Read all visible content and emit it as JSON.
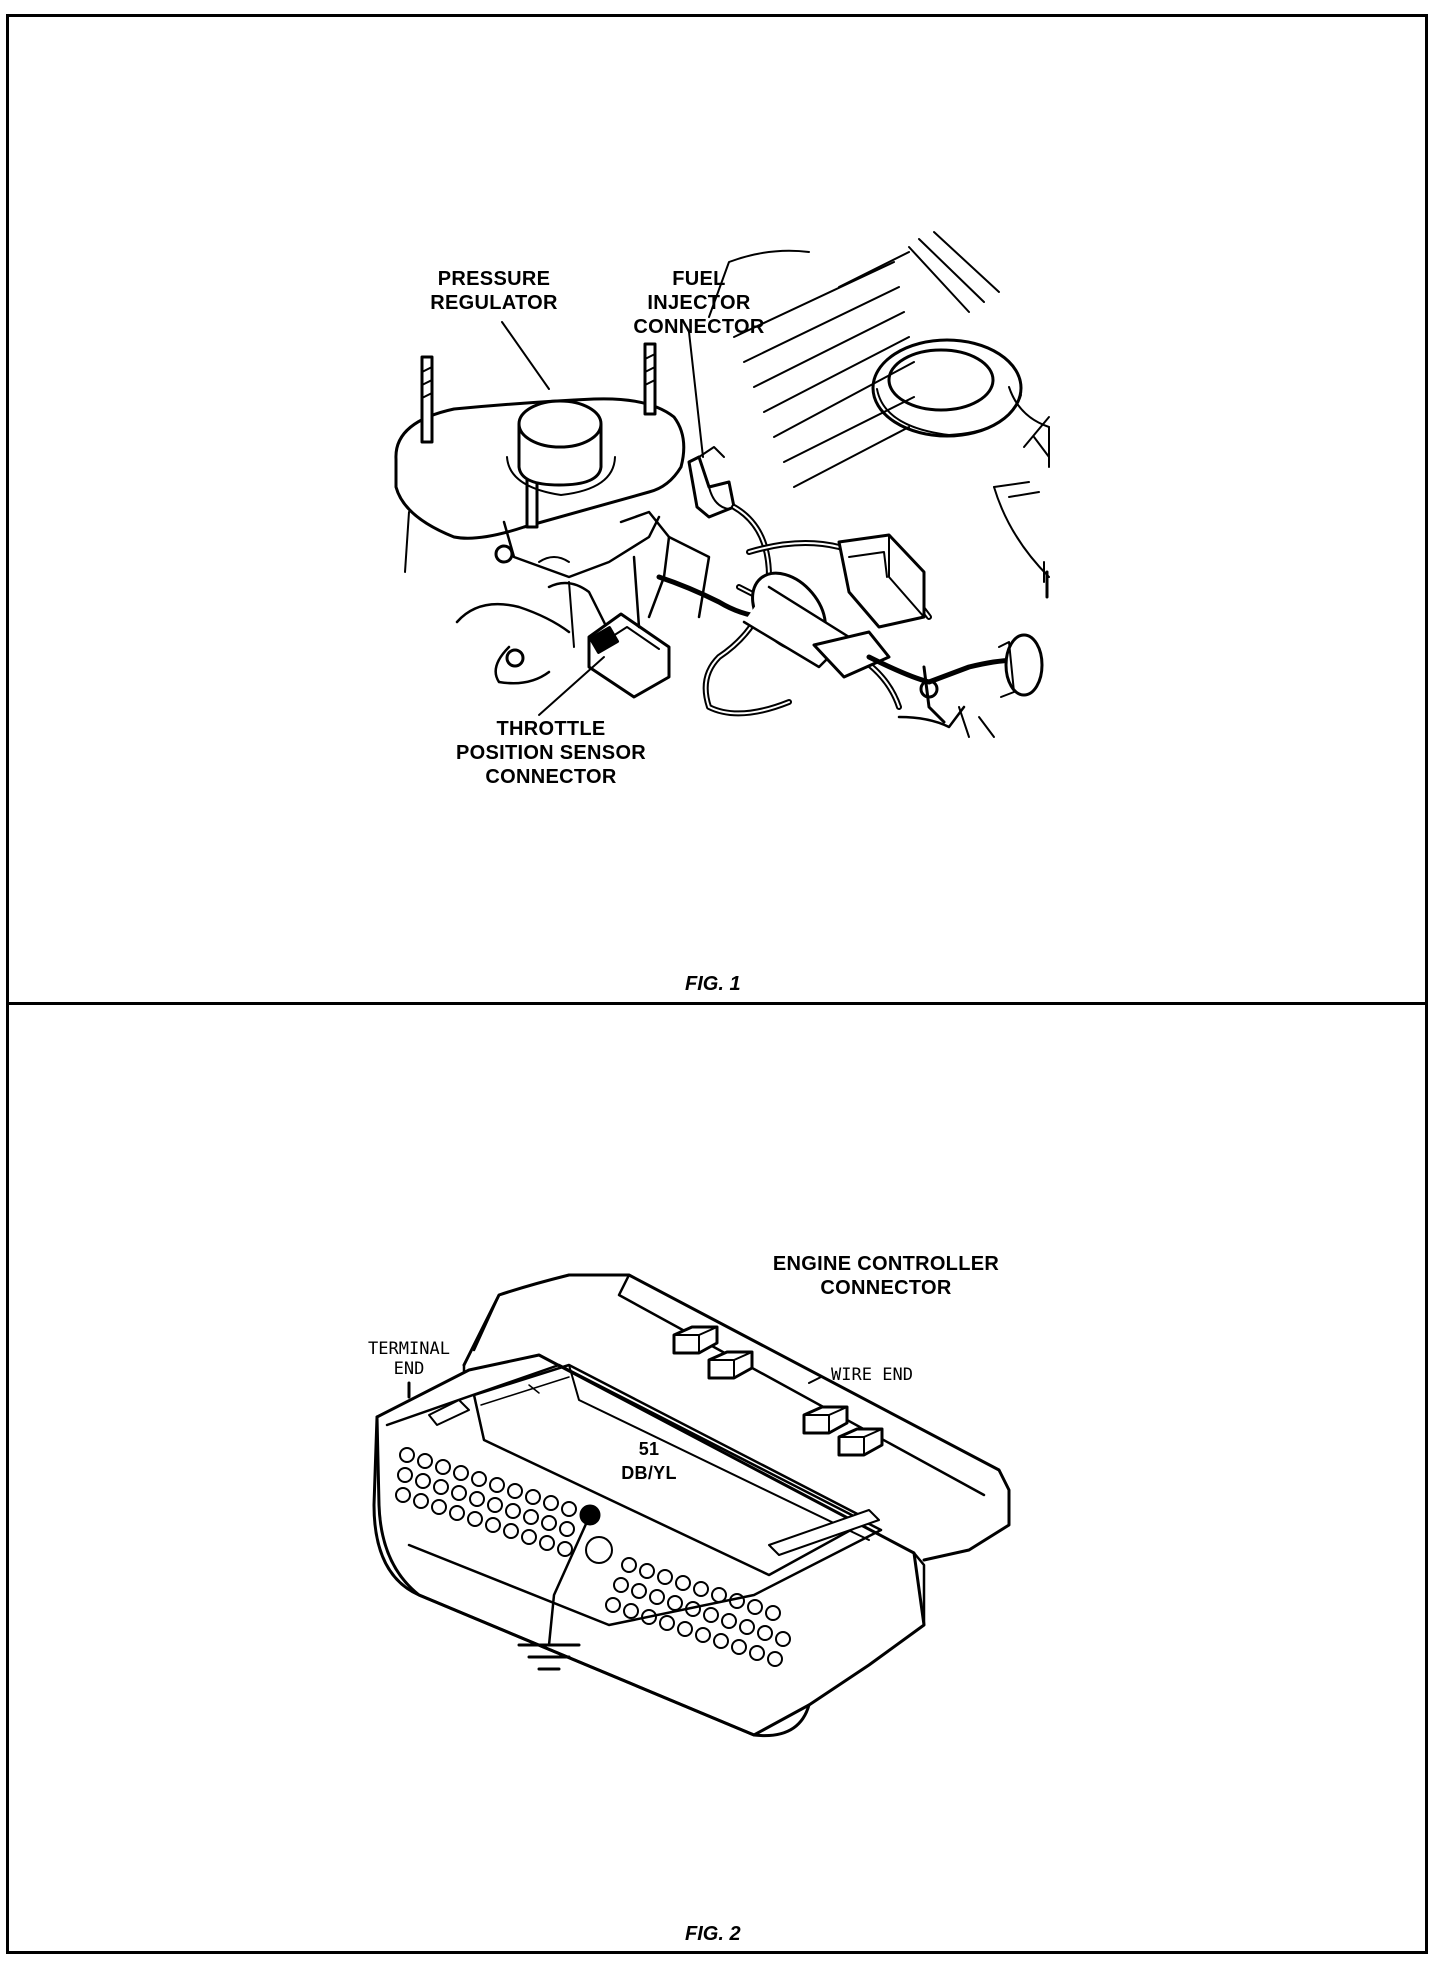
{
  "fig1": {
    "caption": "FIG. 1",
    "labels": {
      "pressure_regulator": "PRESSURE\nREGULATOR",
      "fuel_injector_connector": "FUEL\nINJECTOR\nCONNECTOR",
      "tps_connector": "THROTTLE\nPOSITION SENSOR\nCONNECTOR"
    }
  },
  "fig2": {
    "caption": "FIG. 2",
    "labels": {
      "engine_controller_connector": "ENGINE CONTROLLER\nCONNECTOR",
      "terminal_end": "TERMINAL\nEND",
      "wire_end": "WIRE END",
      "pin": "51\nDB/YL"
    }
  }
}
